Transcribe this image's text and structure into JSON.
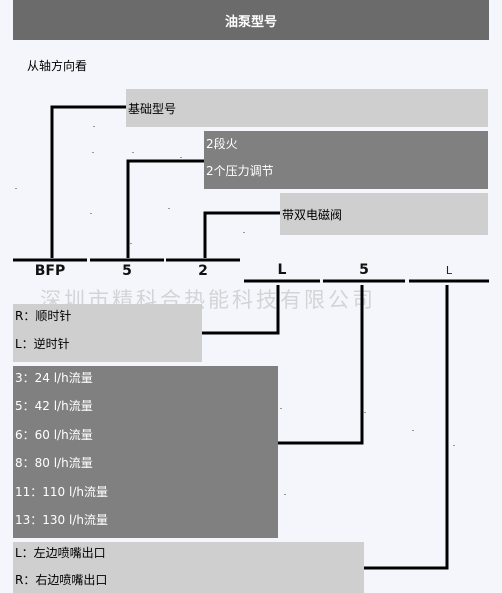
{
  "title": "油泵型号",
  "direction_note": "从轴方向看",
  "codes": {
    "series": "BFP",
    "size": "5",
    "stage": "2",
    "rotation": "L",
    "flow": "5",
    "outlet": "L"
  },
  "descriptions": {
    "series": "基础型号",
    "stage_lines": [
      "2段火",
      "2个压力调节"
    ],
    "valve": "带双电磁阀"
  },
  "rotation_options": [
    "R：顺时针",
    "L：逆时针"
  ],
  "flow_options": [
    "3：24 l/h流量",
    "5：42 l/h流量",
    "6：60 l/h流量",
    "8：80 l/h流量",
    "11：110 l/h流量",
    "13：130 l/h流量"
  ],
  "outlet_options": [
    "L：左边喷嘴出口",
    "R：右边喷嘴出口"
  ],
  "watermark": "深圳市精科合热能科技有限公司",
  "colors": {
    "title_bg": "#6b6b6b",
    "light_box": "#cfcfcf",
    "dark_box": "#808080",
    "baseline": "#1f5f8a"
  }
}
